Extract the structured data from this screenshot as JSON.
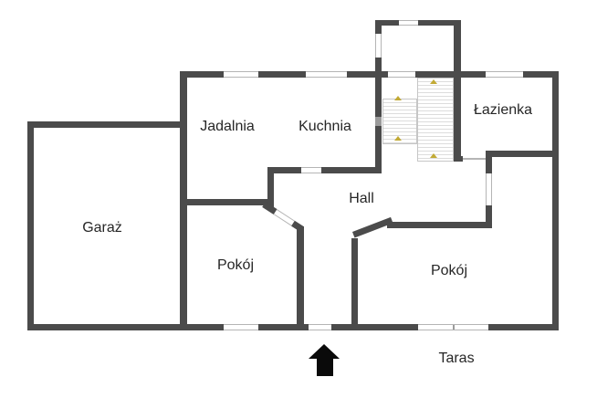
{
  "plan": {
    "rooms": {
      "garaz": {
        "label": "Garaż"
      },
      "jadalnia": {
        "label": "Jadalnia"
      },
      "kuchnia": {
        "label": "Kuchnia"
      },
      "lazienka": {
        "label": "Łazienka"
      },
      "hall": {
        "label": "Hall"
      },
      "pokoj_left": {
        "label": "Pokój"
      },
      "pokoj_right": {
        "label": "Pokój"
      },
      "taras": {
        "label": "Taras"
      }
    },
    "icons": {
      "entrance_arrow": "up-arrow",
      "stairs": "staircase-hatching",
      "stair_direction_markers": "small-yellow-arrowheads"
    },
    "colors": {
      "wall": "#4b4b4b",
      "window_line": "#b5b5b5",
      "stair_tread": "#dcdcdc",
      "stair_marker": "#c2aa35",
      "entrance_arrow": "#0a0a0a",
      "label_text": "#262626",
      "background": "#ffffff"
    }
  }
}
